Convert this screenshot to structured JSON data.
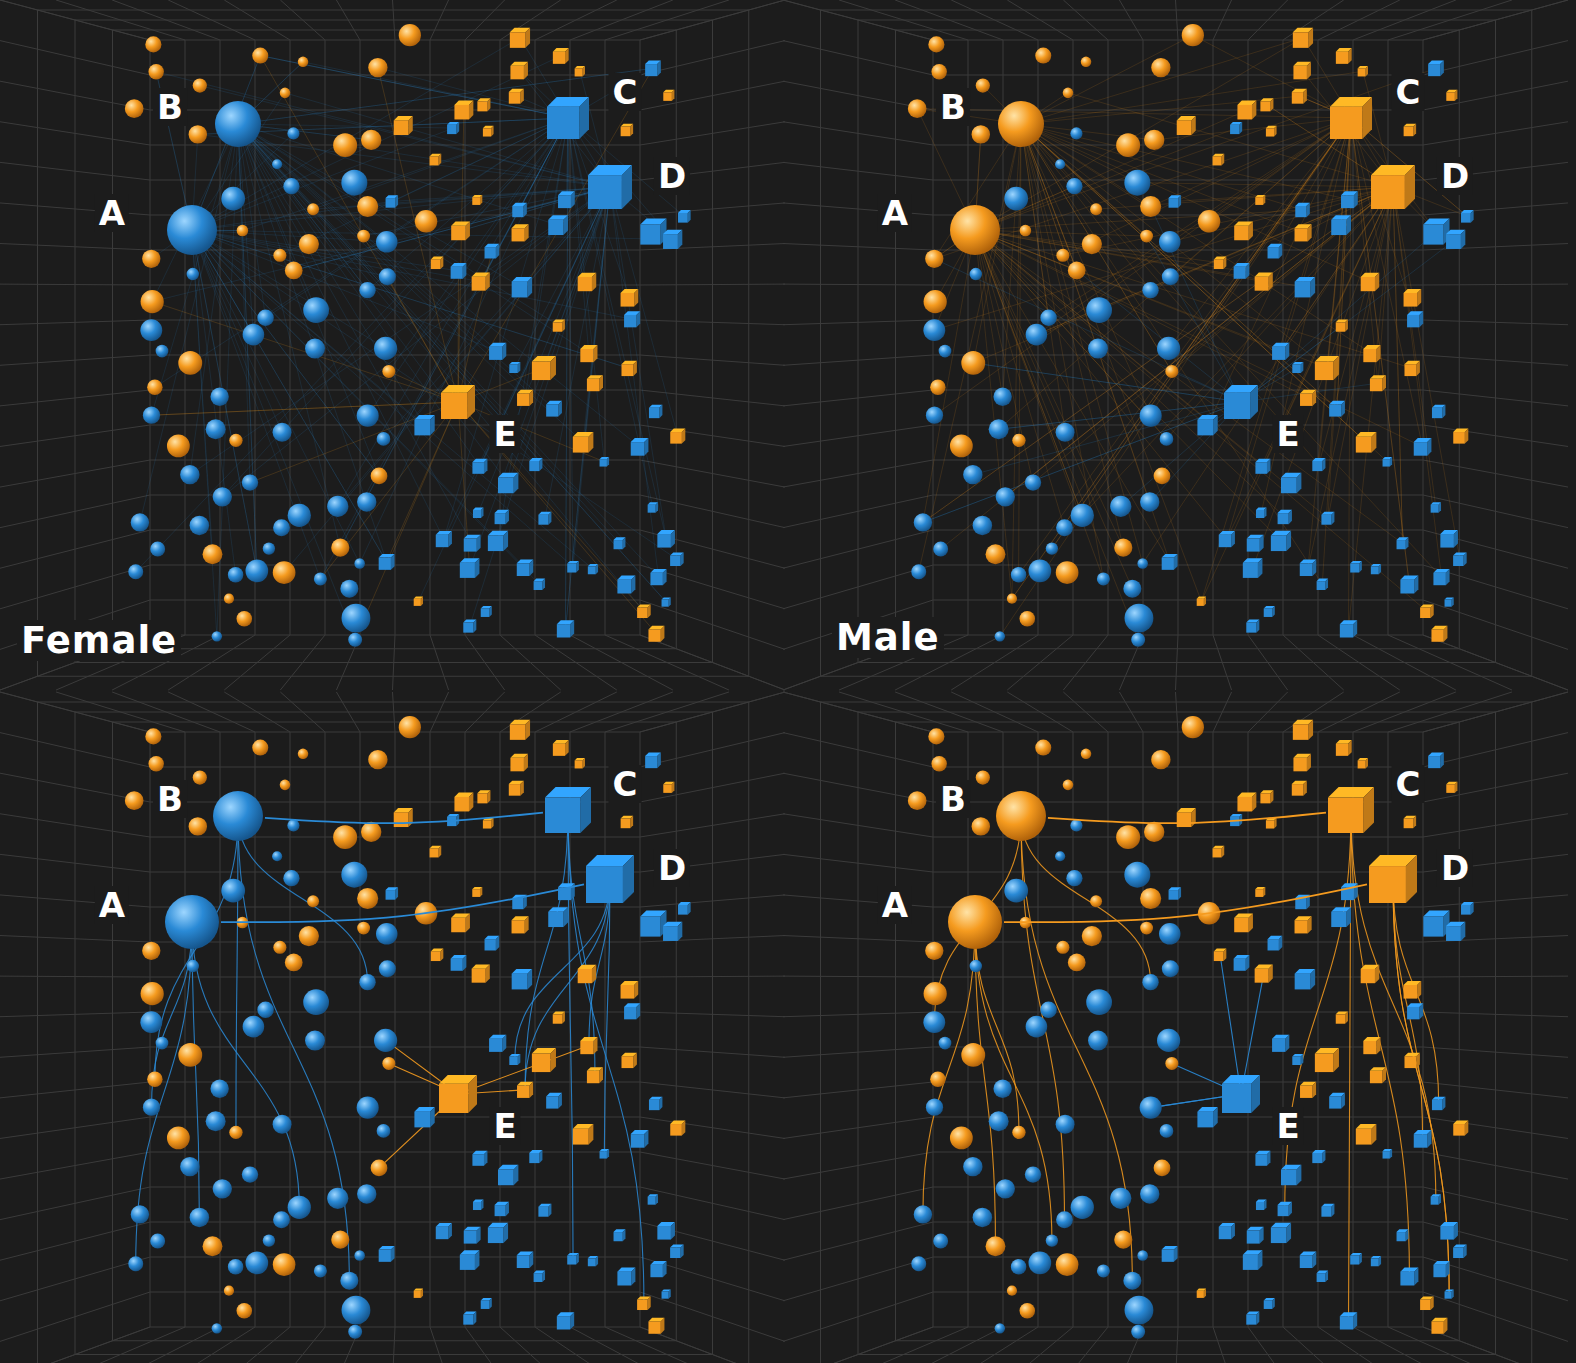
{
  "diagram": {
    "nodes": [
      {
        "text": [
          "B"
        ]
      },
      {
        "text": [
          "C"
        ]
      },
      {
        "text": [
          "D"
        ]
      },
      {
        "text": [
          "A"
        ]
      },
      {
        "text": [
          "E"
        ]
      },
      {
        "text": [
          "B"
        ]
      },
      {
        "text": [
          "C"
        ]
      },
      {
        "text": [
          "D"
        ]
      },
      {
        "text": [
          "A"
        ]
      },
      {
        "text": [
          "E"
        ]
      },
      {
        "text": [
          "B"
        ]
      },
      {
        "text": [
          "C"
        ]
      },
      {
        "text": [
          "D"
        ]
      },
      {
        "text": [
          "A"
        ]
      },
      {
        "text": [
          "E"
        ]
      },
      {
        "text": [
          "B"
        ]
      },
      {
        "text": [
          "C"
        ]
      },
      {
        "text": [
          "D"
        ]
      },
      {
        "text": [
          "A"
        ]
      },
      {
        "text": [
          "E"
        ]
      }
    ],
    "edges": [
      {
        "from": 10,
        "to": 11,
        "arrow": "none"
      },
      {
        "from": 13,
        "to": 12,
        "arrow": "none"
      },
      {
        "from": 15,
        "to": 16,
        "arrow": "none"
      },
      {
        "from": 18,
        "to": 17,
        "arrow": "none"
      }
    ],
    "labels": [
      "Female",
      "Male"
    ]
  }
}
